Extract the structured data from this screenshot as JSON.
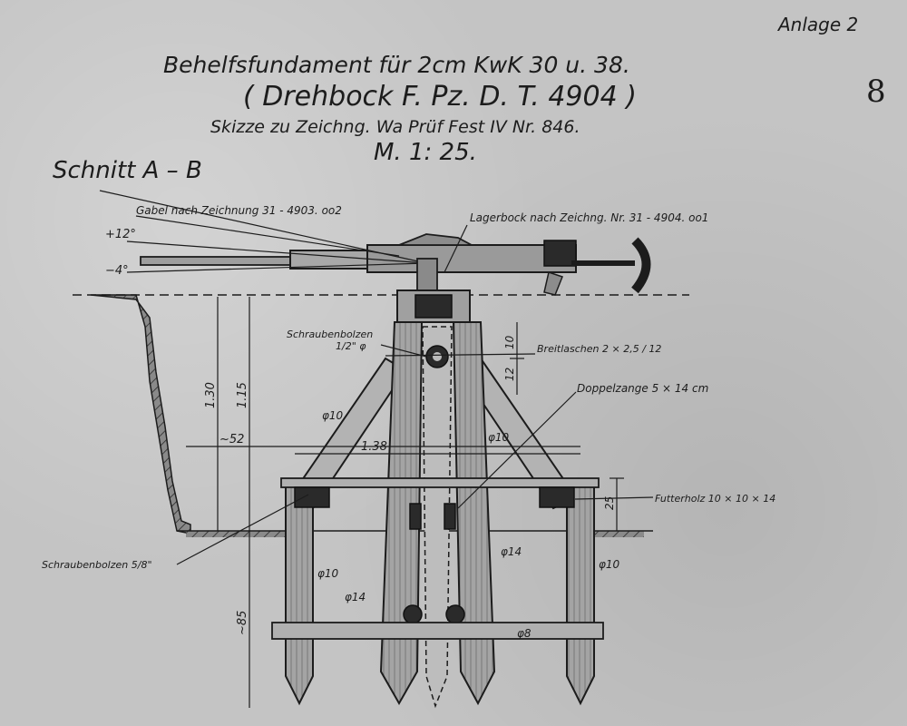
{
  "header": {
    "annex": "Anlage 2",
    "page_number": "8",
    "title": "Behelfsfundament für 2cm KwK 30 u. 38.",
    "subtitle": "( Drehbock  F. Pz. D. T. 4904 )",
    "reference": "Skizze zu Zeichng. Wa Prüf Fest IV Nr. 846.",
    "scale": "M. 1: 25."
  },
  "section": {
    "label": "Schnitt A – B"
  },
  "annotations": {
    "gabel": "Gabel nach Zeichnung 31 - 4903. oo2",
    "lagerbock": "Lagerbock nach Zeichng. Nr. 31 - 4904. oo1",
    "schraubenbolzen_top": "Schraubenbolzen",
    "schraubenbolzen_top_size": "1/2\" φ",
    "breitlaschen": "Breitlaschen 2 × 2,5 / 12",
    "doppelzange": "Doppelzange 5 × 14 cm",
    "futterholz": "Futterholz 10 × 10 × 14",
    "schraubenbolzen_bottom": "Schraubenbolzen 5/8\"",
    "angle_up": "+12°",
    "angle_down": "−4°"
  },
  "dimensions": {
    "d130": "1.30",
    "d115": "1.15",
    "d52": "~52",
    "d138": "1.38",
    "d85": "~85",
    "d10": "10",
    "d12": "12",
    "d25": "25",
    "phi10_left": "φ10",
    "phi10_right": "φ10",
    "phi10_brace_left": "φ10",
    "phi10_brace_right": "φ10",
    "phi14_left": "φ14",
    "phi14_right": "φ14",
    "phi8": "φ8"
  }
}
